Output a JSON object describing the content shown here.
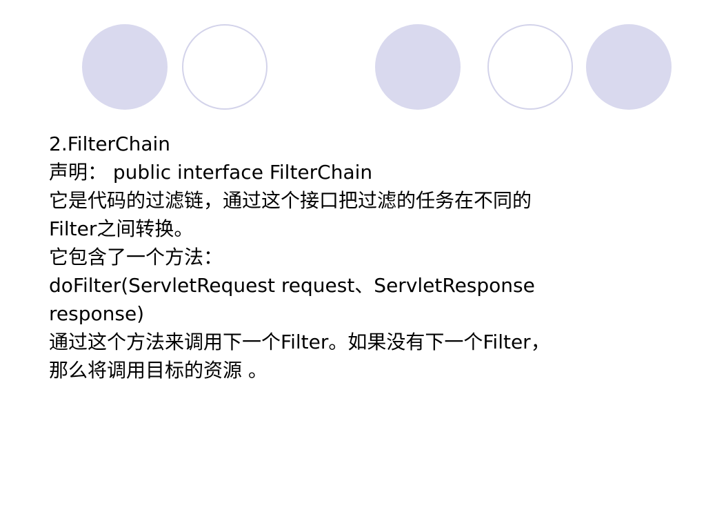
{
  "colors": {
    "circle_fill": "#d9d9ee",
    "circle_outline": "#d3d3ea",
    "text": "#000000",
    "background": "#ffffff"
  },
  "slide": {
    "lines": [
      "2.FilterChain",
      "声明： public interface FilterChain",
      "它是代码的过滤链，通过这个接口把过滤的任务在不同的",
      "Filter之间转换。",
      "它包含了一个方法：",
      "doFilter(ServletRequest request、ServletResponse",
      "response)",
      "通过这个方法来调用下一个Filter。如果没有下一个Filter，",
      "那么将调用目标的资源 。"
    ]
  }
}
